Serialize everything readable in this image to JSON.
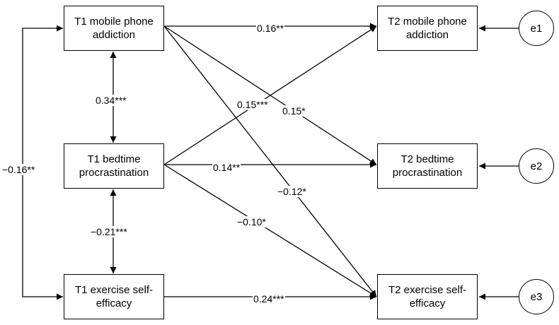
{
  "nodes": {
    "t1_phone": [
      "T1 mobile phone",
      "addiction"
    ],
    "t1_bedtime": [
      "T1 bedtime",
      "procrastination"
    ],
    "t1_exercise": [
      "T1 exercise self-",
      "efficacy"
    ],
    "t2_phone": [
      "T2 mobile phone",
      "addiction"
    ],
    "t2_bedtime": [
      "T2 bedtime",
      "procrastination"
    ],
    "t2_exercise": [
      "T2 exercise self-",
      "efficacy"
    ]
  },
  "errors": {
    "e1": "e1",
    "e2": "e2",
    "e3": "e3"
  },
  "paths": {
    "phone_to_phone": "0.16**",
    "phone_to_bedtime": "0.15*",
    "phone_to_exercise": "−0.12*",
    "bedtime_to_phone": "0.15***",
    "bedtime_to_bedtime": "0.14**",
    "bedtime_to_exercise": "−0.10*",
    "exercise_to_exercise": "0.24***"
  },
  "correlations": {
    "phone_bedtime": "0.34***",
    "bedtime_exercise": "−0.21***",
    "phone_exercise": "−0.16**"
  }
}
